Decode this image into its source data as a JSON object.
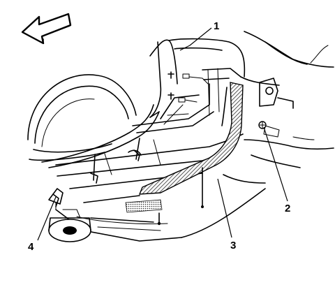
{
  "diagram": {
    "direction_arrow": "left-arrow-icon",
    "callouts": [
      {
        "id": "callout-1",
        "label": "1"
      },
      {
        "id": "callout-2",
        "label": "2"
      },
      {
        "id": "callout-3",
        "label": "3"
      },
      {
        "id": "callout-4",
        "label": "4"
      }
    ]
  },
  "colors": {
    "ink": "#000000",
    "hatch": "#555555",
    "background": "#ffffff"
  }
}
